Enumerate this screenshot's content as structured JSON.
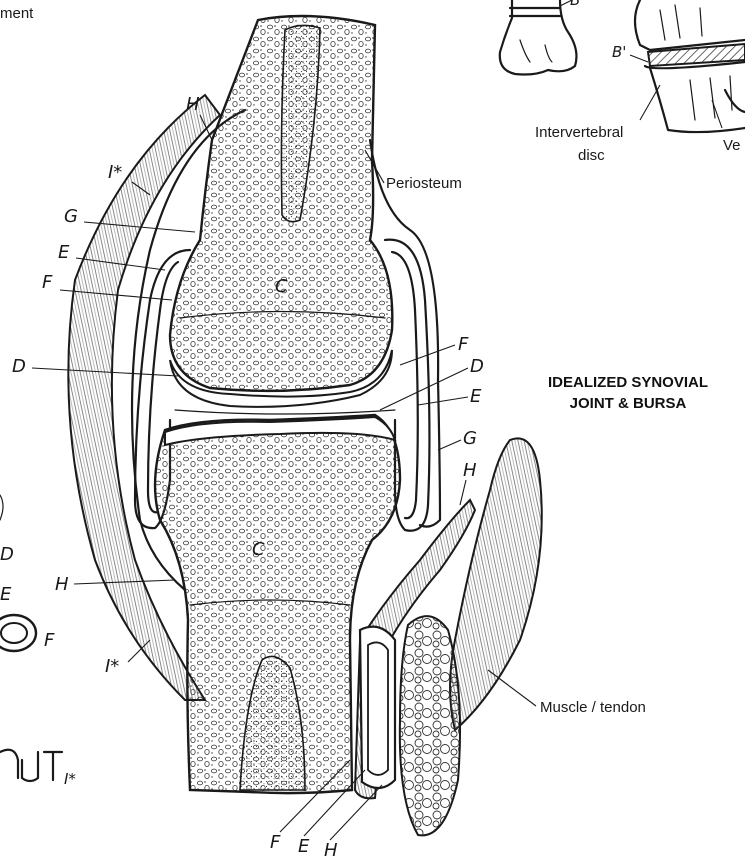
{
  "title": {
    "line1": "IDEALIZED SYNOVIAL",
    "line2": "JOINT & BURSA"
  },
  "text_labels": {
    "ligament_fragment": "ment",
    "periosteum": "Periosteum",
    "intervertebral_disc_line1": "Intervertebral",
    "intervertebral_disc_line2": "disc",
    "vertebra_fragment": "Ve",
    "muscle_tendon": "Muscle / tendon"
  },
  "letters": {
    "b_prime": "B'",
    "b_top": "B",
    "c_upper": "C",
    "c_lower": "C",
    "d": "D",
    "e": "E",
    "f": "F",
    "g": "G",
    "h": "H",
    "i_star": "I*",
    "left_d": "D",
    "left_e": "E",
    "left_f": "F",
    "left_i_star": "I*"
  },
  "colors": {
    "ink": "#1a1a1a",
    "paper": "#ffffff",
    "disc_hatch": "#555555"
  }
}
